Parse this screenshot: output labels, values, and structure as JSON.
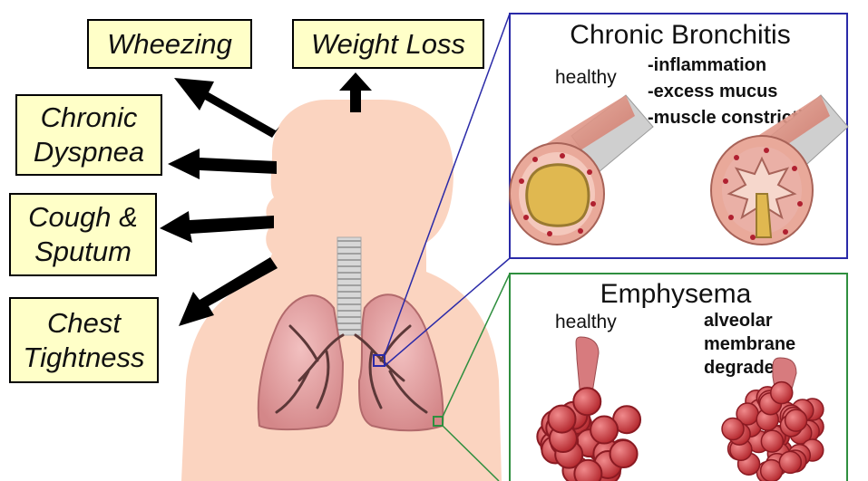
{
  "symptoms": {
    "wheezing": "Wheezing",
    "weight_loss": "Weight Loss",
    "dyspnea_line1": "Chronic",
    "dyspnea_line2": "Dyspnea",
    "cough_line1": "Cough &",
    "cough_line2": "Sputum",
    "chest_line1": "Chest",
    "chest_line2": "Tightness"
  },
  "bronchitis": {
    "title": "Chronic Bronchitis",
    "healthy": "healthy",
    "points": [
      "-inflammation",
      "-excess mucus",
      "-muscle constriction"
    ]
  },
  "emphysema": {
    "title": "Emphysema",
    "healthy": "healthy",
    "damage": [
      "alveolar",
      "membrane",
      "degraded"
    ]
  },
  "colors": {
    "symptom_box": "#ffffc8",
    "bronchitis_border": "#2a2aa8",
    "emphysema_border": "#2f8f3f",
    "skin": "#fbd4c0",
    "lung": "#e7a3a4"
  }
}
